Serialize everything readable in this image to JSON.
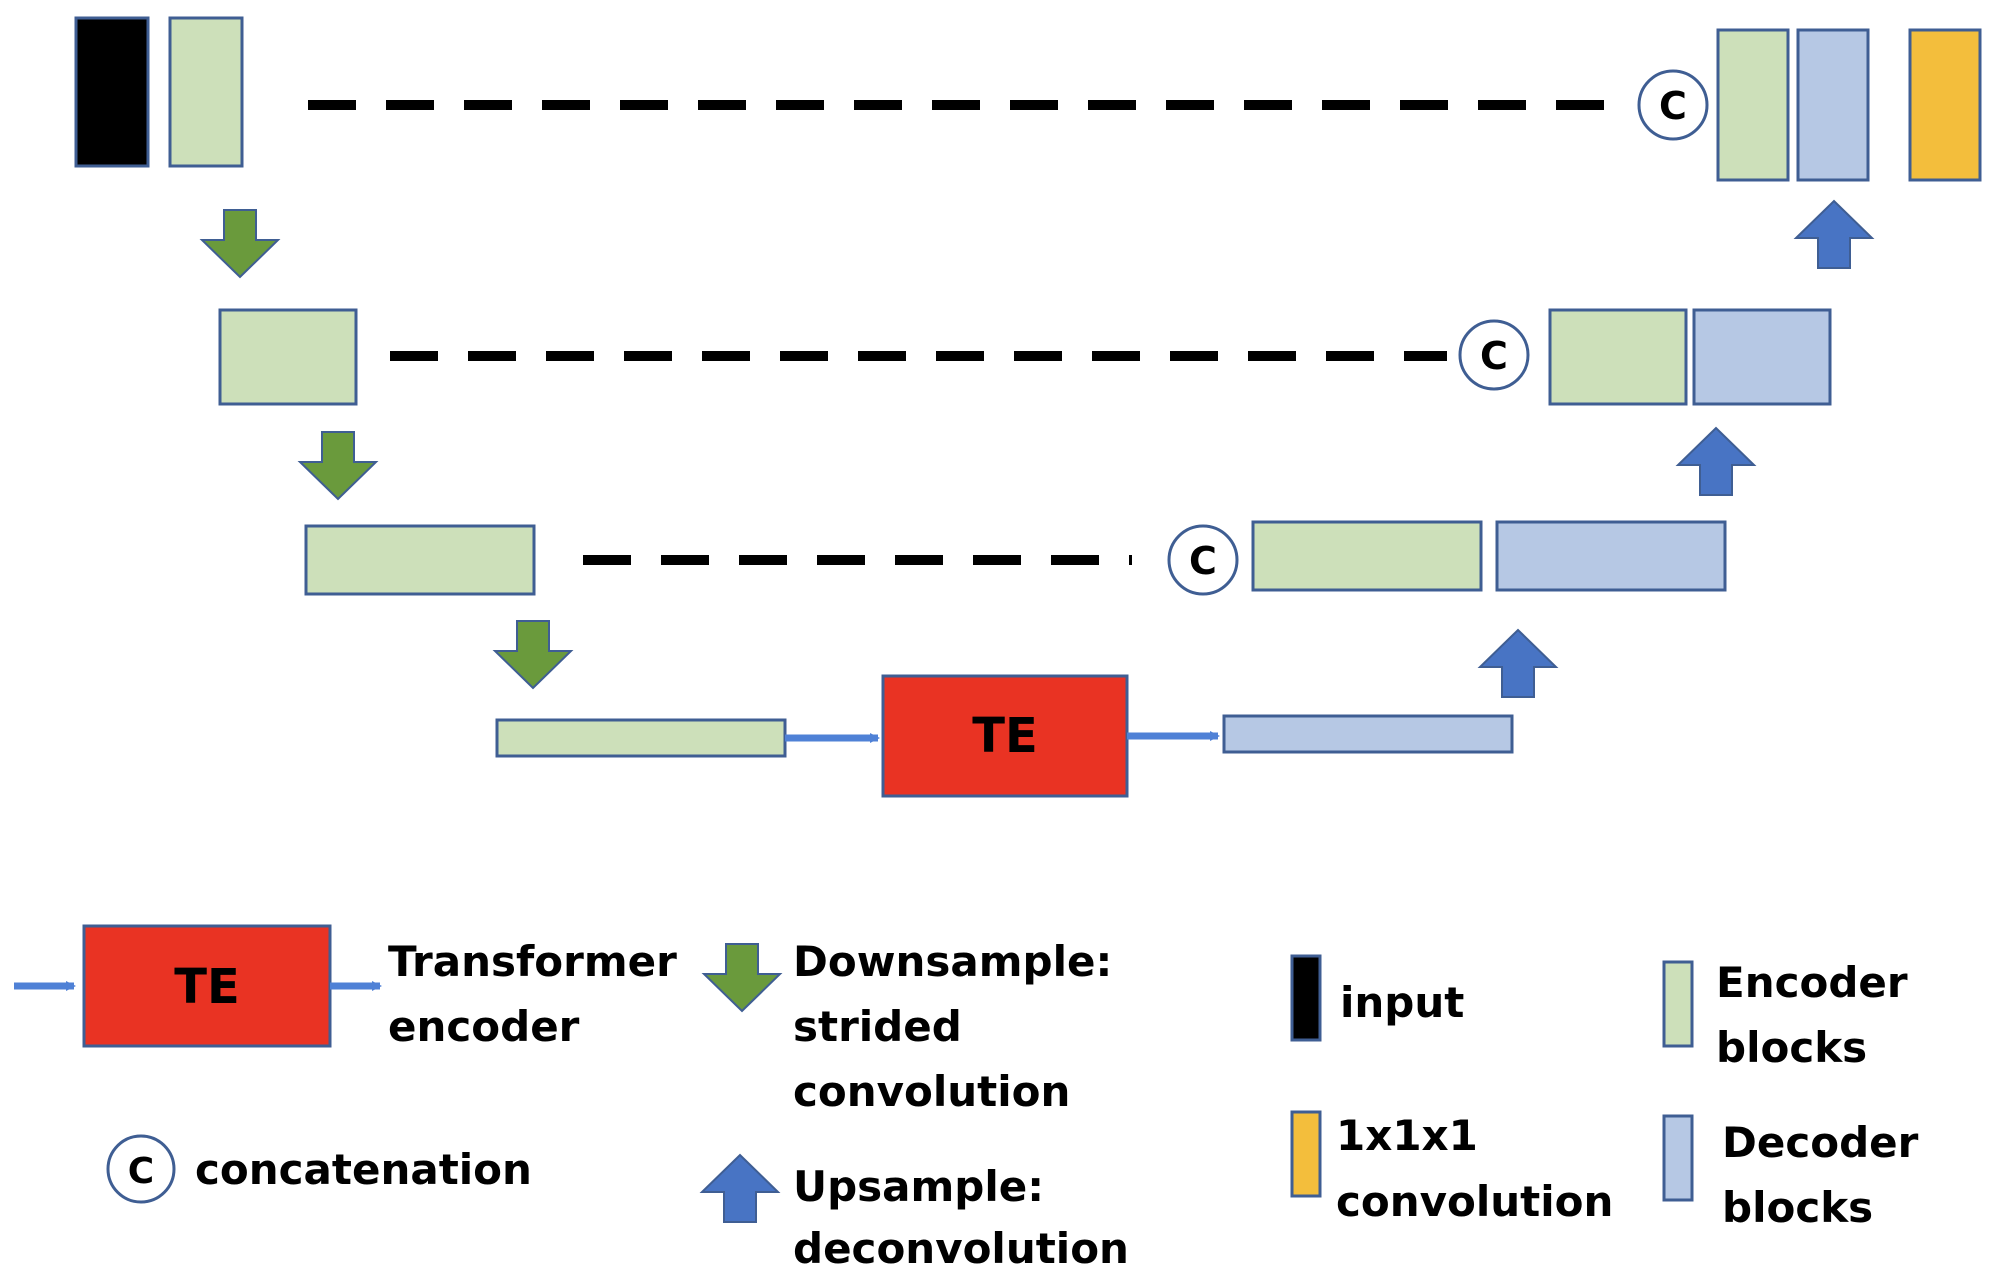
{
  "colors": {
    "encoder_fill": "#cde0ba",
    "encoder_stroke": "#3f5e93",
    "decoder_fill": "#b6c8e4",
    "decoder_stroke": "#3f5e93",
    "input_fill": "#000000",
    "conv_fill": "#f3be3c",
    "te_fill": "#e93323",
    "down_arrow": "#6a9a3c",
    "up_arrow": "#4874c4",
    "flow_arrow": "#4f81d6",
    "skip_line": "#000000"
  },
  "diagram": {
    "concat_symbol": "C",
    "te_label": "TE"
  },
  "legend": {
    "te_label": "TE",
    "te_line1": "Transformer",
    "te_line2": "encoder",
    "down_line1": "Downsample:",
    "down_line2": "strided",
    "down_line3": "convolution",
    "up_line1": "Upsample:",
    "up_line2": "deconvolution",
    "concat_symbol": "C",
    "concat_label": "concatenation",
    "input_label": "input",
    "conv_line1": "1x1x1",
    "conv_line2": "convolution",
    "enc_line1": "Encoder",
    "enc_line2": "blocks",
    "dec_line1": "Decoder",
    "dec_line2": "blocks"
  }
}
